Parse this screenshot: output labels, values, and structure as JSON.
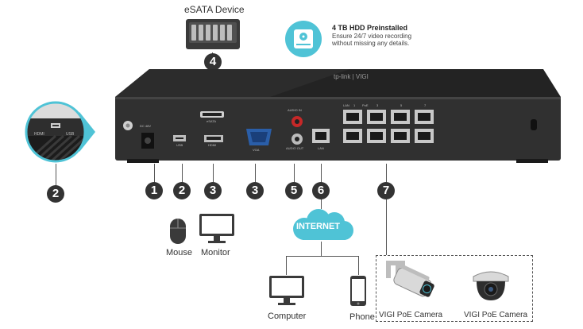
{
  "top": {
    "esata_device_label": "eSATA Device",
    "hdd_title": "4 TB HDD Preinstalled",
    "hdd_desc_line1": "Ensure 24/7 video recording",
    "hdd_desc_line2": "without missing any details."
  },
  "device": {
    "brand": "tp-link | VIGI",
    "port_labels": {
      "power": "DC 48V",
      "usb": "USB",
      "esata": "eSATA",
      "hdmi": "HDMI",
      "vga": "VGA",
      "audio_in": "AUDIO IN",
      "audio_out": "AUDIO OUT",
      "lan": "LAN",
      "poe": [
        "LAN",
        "1",
        "PoE",
        "3",
        "5",
        "7"
      ]
    }
  },
  "zoom": {
    "label_left": "HDMI",
    "label_right": "USB"
  },
  "callouts": {
    "zoom_marker": "2",
    "esata": "4",
    "row": [
      "1",
      "2",
      "3",
      "3",
      "5",
      "6",
      "7"
    ]
  },
  "bottom": {
    "mouse_label": "Mouse",
    "monitor_label": "Monitor",
    "internet_label": "INTERNET",
    "computer_label": "Computer",
    "phone_label": "Phone",
    "camera1_label": "VIGI PoE Camera",
    "camera2_label": "VIGI PoE Camera"
  },
  "colors": {
    "chassis": "#2a2a2a",
    "accent_cyan": "#4fc3d6",
    "marker": "#333333"
  }
}
